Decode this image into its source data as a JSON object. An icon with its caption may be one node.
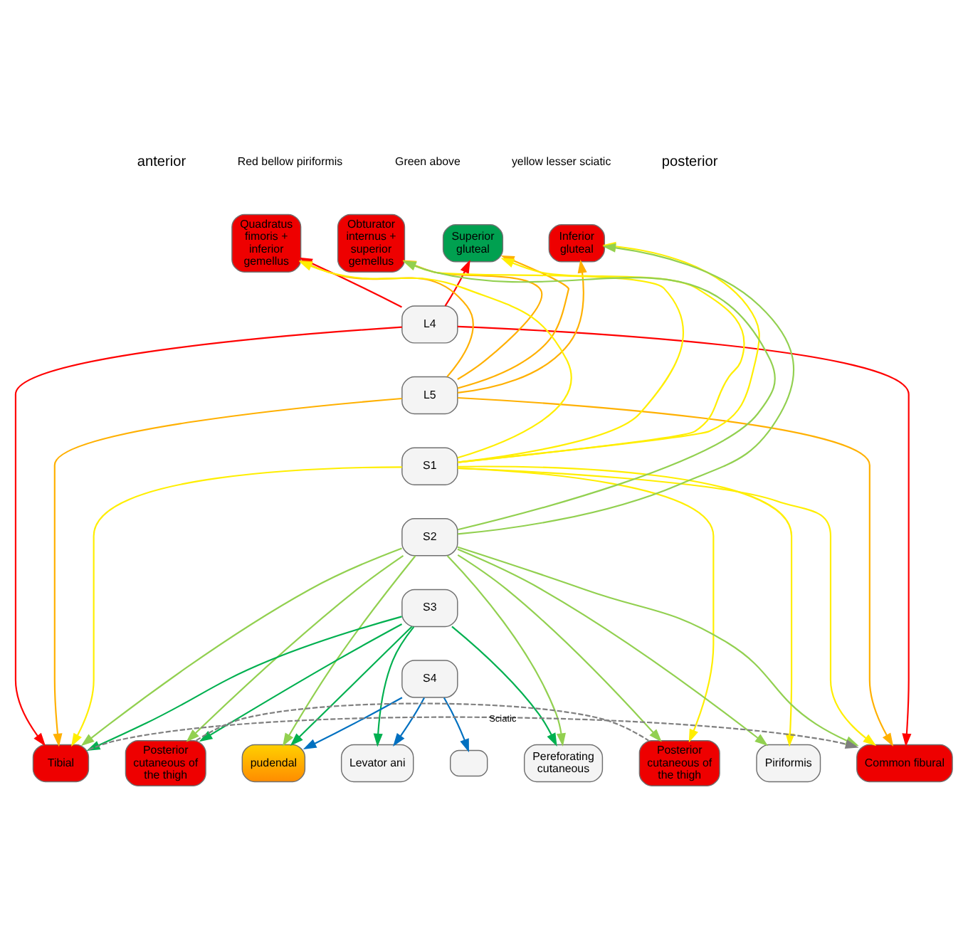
{
  "diagram": {
    "nodes": [
      {
        "text": [
          "Quadratus fimoris + inferior gemellus"
        ]
      },
      {
        "text": [
          "Obturator internus + superior gemellus"
        ]
      },
      {
        "text": [
          "Superior gluteal"
        ]
      },
      {
        "text": [
          "Inferior gluteal"
        ]
      },
      {
        "text": [
          "L4"
        ]
      },
      {
        "text": [
          "L5"
        ]
      },
      {
        "text": [
          "S1"
        ]
      },
      {
        "text": [
          "S2"
        ]
      },
      {
        "text": [
          "S3"
        ]
      },
      {
        "text": [
          "S4"
        ]
      },
      {
        "text": [
          "Tibial"
        ]
      },
      {
        "text": [
          "Posterior cutaneous of the thigh"
        ]
      },
      {
        "text": [
          "pudendal"
        ]
      },
      {
        "text": [
          "Levator ani"
        ]
      },
      {
        "text": [],
        "shape": "box"
      },
      {
        "text": [
          "Pereforating cutaneous"
        ]
      },
      {
        "text": [
          "Posterior cutaneous of the thigh"
        ]
      },
      {
        "text": [
          "Piriformis"
        ]
      },
      {
        "text": [
          "Common fibural"
        ]
      }
    ],
    "edges": [
      {
        "from": 4,
        "to": 0,
        "arrow": "to",
        "color": "#ff0000"
      },
      {
        "from": 5,
        "to": 0,
        "arrow": "to",
        "color": "#ffb000"
      },
      {
        "from": 6,
        "to": 0,
        "arrow": "to",
        "color": "#ffee00"
      },
      {
        "from": 5,
        "to": 1,
        "arrow": "to",
        "color": "#ffb000"
      },
      {
        "from": 6,
        "to": 1,
        "arrow": "to",
        "color": "#ffee00"
      },
      {
        "from": 7,
        "to": 1,
        "arrow": "to",
        "color": "#92d050"
      },
      {
        "from": 4,
        "to": 2,
        "arrow": "to",
        "color": "#ff0000"
      },
      {
        "from": 5,
        "to": 2,
        "arrow": "to",
        "color": "#ffb000"
      },
      {
        "from": 6,
        "to": 2,
        "arrow": "to",
        "color": "#ffee00"
      },
      {
        "from": 5,
        "to": 3,
        "arrow": "to",
        "color": "#ffb000"
      },
      {
        "from": 6,
        "to": 3,
        "arrow": "to",
        "color": "#ffee00"
      },
      {
        "from": 7,
        "to": 3,
        "arrow": "to",
        "color": "#92d050"
      },
      {
        "from": 4,
        "to": 10,
        "arrow": "to",
        "color": "#ff0000"
      },
      {
        "from": 5,
        "to": 10,
        "arrow": "to",
        "color": "#ffb000"
      },
      {
        "from": 6,
        "to": 10,
        "arrow": "to",
        "color": "#ffee00"
      },
      {
        "from": 7,
        "to": 10,
        "arrow": "to",
        "color": "#92d050"
      },
      {
        "from": 8,
        "to": 10,
        "arrow": "to",
        "color": "#00b050"
      },
      {
        "from": 4,
        "to": 18,
        "arrow": "to",
        "color": "#ff0000"
      },
      {
        "from": 5,
        "to": 18,
        "arrow": "to",
        "color": "#ffb000"
      },
      {
        "from": 6,
        "to": 18,
        "arrow": "to",
        "color": "#ffee00"
      },
      {
        "from": 7,
        "to": 18,
        "arrow": "to",
        "color": "#92d050"
      },
      {
        "from": 7,
        "to": 11,
        "arrow": "to",
        "color": "#92d050"
      },
      {
        "from": 8,
        "to": 11,
        "arrow": "to",
        "color": "#00b050"
      },
      {
        "from": 7,
        "to": 12,
        "arrow": "to",
        "color": "#92d050"
      },
      {
        "from": 8,
        "to": 12,
        "arrow": "to",
        "color": "#00b050"
      },
      {
        "from": 9,
        "to": 12,
        "arrow": "to",
        "color": "#0070c0"
      },
      {
        "from": 8,
        "to": 13,
        "arrow": "to",
        "color": "#00b050"
      },
      {
        "from": 9,
        "to": 13,
        "arrow": "to",
        "color": "#0070c0"
      },
      {
        "from": 9,
        "to": 14,
        "arrow": "to",
        "color": "#0070c0"
      },
      {
        "from": 7,
        "to": 15,
        "arrow": "to",
        "color": "#92d050"
      },
      {
        "from": 8,
        "to": 15,
        "arrow": "to",
        "color": "#00b050"
      },
      {
        "from": 6,
        "to": 16,
        "arrow": "to",
        "color": "#ffee00"
      },
      {
        "from": 7,
        "to": 16,
        "arrow": "to",
        "color": "#92d050"
      },
      {
        "from": 6,
        "to": 17,
        "arrow": "to",
        "color": "#ffee00"
      },
      {
        "from": 7,
        "to": 17,
        "arrow": "to",
        "color": "#92d050"
      },
      {
        "from": 10,
        "to": 18,
        "arrow": "to",
        "label": "Sciatic",
        "style": "dashed",
        "color": "#7f7f7f"
      },
      {
        "from": 11,
        "to": 16,
        "arrow": "none",
        "style": "dashed",
        "color": "#7f7f7f"
      }
    ],
    "labels": [
      "anterior",
      "Red bellow piriformis",
      "Green above",
      "yellow lesser sciatic",
      "posterior"
    ]
  }
}
